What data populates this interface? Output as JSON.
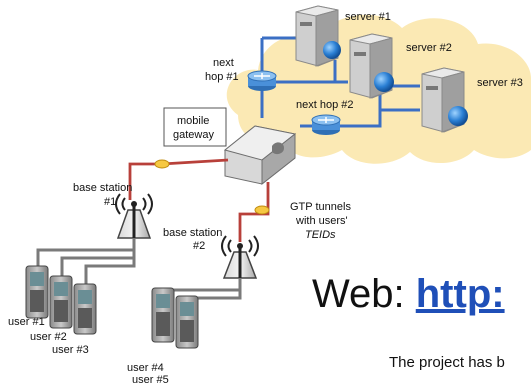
{
  "diagram": {
    "servers": [
      "server #1",
      "server #2",
      "server #3"
    ],
    "next_hop_1": [
      "next",
      "hop #1"
    ],
    "next_hop_2": "next hop #2",
    "mobile_gateway": [
      "mobile",
      "gateway"
    ],
    "base_station_1": [
      "base station",
      "#1"
    ],
    "base_station_2": [
      "base station",
      "#2"
    ],
    "gtp_tunnels": [
      "GTP tunnels",
      "with users'",
      "TEIDs"
    ],
    "users": [
      "user #1",
      "user #2",
      "user #3",
      "user #4",
      "user #5"
    ],
    "colors": {
      "cloud": "#fbe9b4",
      "link_blue": "#3b6fc4",
      "tunnel_red": "#b8403a",
      "access_gray": "#7a7a7a",
      "router_blue": "#4a90d9"
    }
  },
  "footer": {
    "web_prefix": "Web: ",
    "web_link": "http:",
    "note": "The project has b"
  }
}
